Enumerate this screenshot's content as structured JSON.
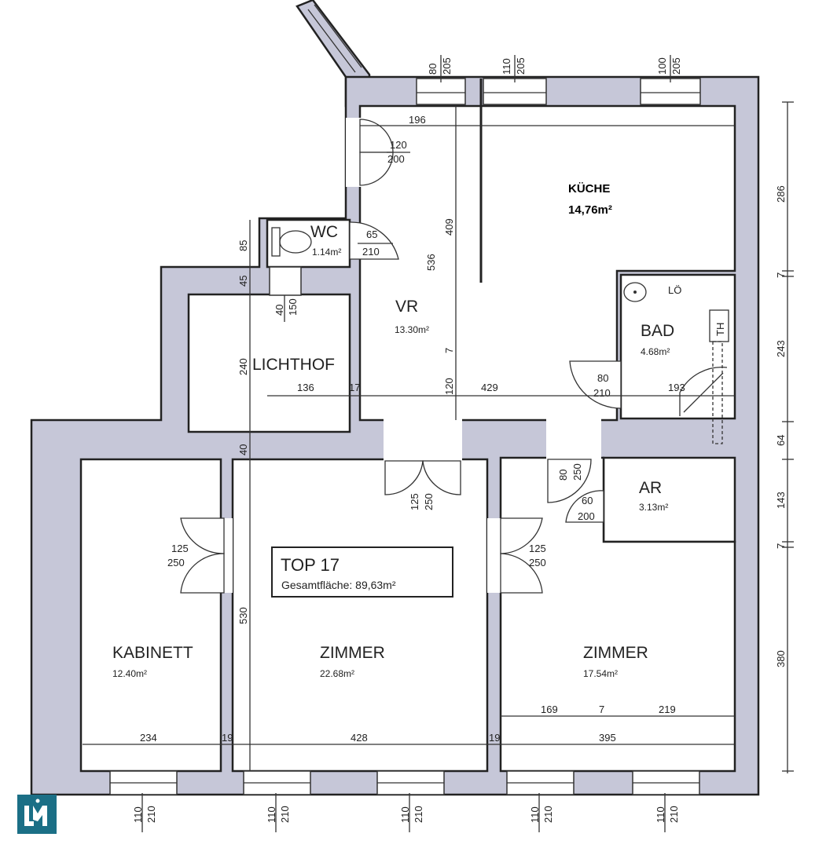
{
  "title_box": {
    "title": "TOP 17",
    "subtitle": "Gesamtfläche: 89,63m²"
  },
  "rooms": {
    "kueche": {
      "name": "KÜCHE",
      "area": "14,76m²"
    },
    "vr": {
      "name": "VR",
      "area": "13.30m²"
    },
    "wc": {
      "name": "WC",
      "area": "1.14m²"
    },
    "lichthof": {
      "name": "LICHTHOF"
    },
    "bad": {
      "name": "BAD",
      "area": "4.68m²",
      "fixture_lo": "LÖ",
      "fixture_th": "TH"
    },
    "ar": {
      "name": "AR",
      "area": "3.13m²"
    },
    "kabinett": {
      "name": "KABINETT",
      "area": "12.40m²"
    },
    "zimmer_mid": {
      "name": "ZIMMER",
      "area": "22.68m²"
    },
    "zimmer_right": {
      "name": "ZIMMER",
      "area": "17.54m²"
    }
  },
  "windows_top": [
    {
      "w": "80",
      "h": "205"
    },
    {
      "w": "110",
      "h": "205"
    },
    {
      "w": "100",
      "h": "205"
    }
  ],
  "windows_bottom": [
    {
      "w": "110",
      "h": "210"
    },
    {
      "w": "110",
      "h": "210"
    },
    {
      "w": "110",
      "h": "210"
    },
    {
      "w": "110",
      "h": "210"
    },
    {
      "w": "110",
      "h": "210"
    }
  ],
  "right_dims": [
    "286",
    "7",
    "243",
    "64",
    "143",
    "7",
    "380"
  ],
  "doors": {
    "entry": {
      "w": "120",
      "h": "200"
    },
    "wc": {
      "w": "65",
      "h": "210"
    },
    "lichthof_window": {
      "w": "40",
      "h": "150"
    },
    "bad": {
      "w": "80",
      "h": "210"
    },
    "ar": {
      "w": "60",
      "h": "200"
    },
    "hall_right": {
      "w": "80",
      "h": "250"
    },
    "zimmer_mid": {
      "w": "125",
      "h": "250"
    },
    "kabinett": {
      "w": "125",
      "h": "250"
    },
    "zimmer_right": {
      "w": "125",
      "h": "250"
    }
  },
  "dims": {
    "vr_width": "196",
    "kueche_wall": "409",
    "vr_length": "536",
    "wc_depth": "85",
    "wall_45": "45",
    "lichthof_depth": "240",
    "lichthof_width": "136",
    "wall_17": "17",
    "wall_7": "7",
    "vr_120": "120",
    "hall_429": "429",
    "bad_width": "193",
    "wall_40": "40",
    "zimmer_depth": "530",
    "kabinett_width": "234",
    "wall_19a": "19",
    "zimmer_mid_width": "428",
    "wall_19b": "19",
    "zimmer_right_width": "395",
    "zimmer_right_169": "169",
    "zimmer_right_7": "7",
    "zimmer_right_219": "219"
  },
  "logo": {
    "text": "LM",
    "color": "#1b6f86"
  }
}
